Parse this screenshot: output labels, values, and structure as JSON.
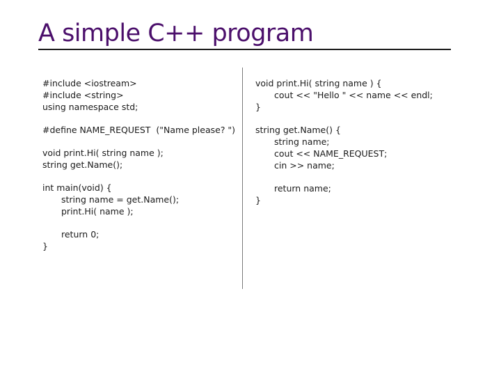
{
  "slide": {
    "title": "A simple C++ program"
  },
  "left_code": {
    "l1": "#include <iostream>",
    "l2": "#include <string>",
    "l3": "using namespace std;",
    "l4": "#define NAME_REQUEST  (\"Name please? \")",
    "l5": "void print.Hi( string name );",
    "l6": "string get.Name();",
    "l7": "int main(void) {",
    "l8": "string name = get.Name();",
    "l9": "print.Hi( name );",
    "l10": "return 0;",
    "l11": "}"
  },
  "right_code": {
    "l1": "void print.Hi( string name ) {",
    "l2": "cout << \"Hello \" << name << endl;",
    "l3": "}",
    "l4": "string get.Name() {",
    "l5": "string name;",
    "l6": "cout << NAME_REQUEST;",
    "l7": "cin >> name;",
    "l8": "return name;",
    "l9": "}"
  }
}
